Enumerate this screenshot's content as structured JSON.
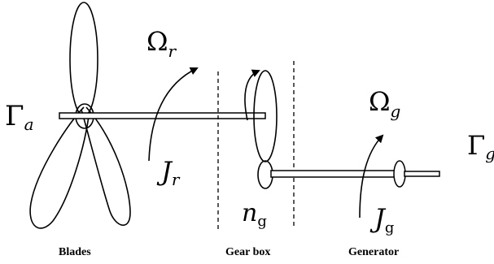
{
  "labels": {
    "blades": "Blades",
    "gearbox": "Gear box",
    "generator": "Generator"
  },
  "symbols": {
    "gamma_a": {
      "main": "Γ",
      "sub": "a"
    },
    "omega_r": {
      "main": "Ω",
      "sub": "r"
    },
    "j_r": {
      "main": "J",
      "sub": "r"
    },
    "n_g": {
      "main": "n",
      "sub": "g"
    },
    "omega_g": {
      "main": "Ω",
      "sub": "g"
    },
    "j_g": {
      "main": "J",
      "sub": "g"
    },
    "gamma_g": {
      "main": "Γ",
      "sub": "g"
    }
  }
}
